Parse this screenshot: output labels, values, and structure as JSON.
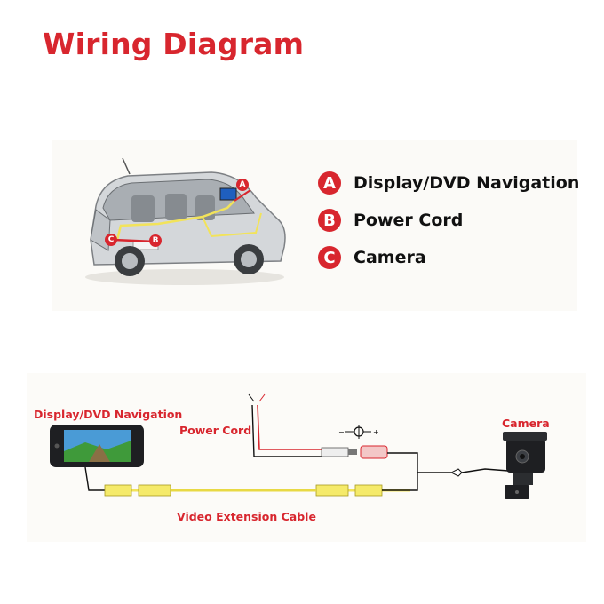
{
  "title": "Wiring Diagram",
  "legend": [
    {
      "letter": "A",
      "label": "Display/DVD Navigation"
    },
    {
      "letter": "B",
      "label": "Power Cord"
    },
    {
      "letter": "C",
      "label": "Camera"
    }
  ],
  "car_markers": [
    "A",
    "B",
    "C"
  ],
  "wiring_labels": {
    "display": "Display/DVD Navigation",
    "power": "Power Cord",
    "camera": "Camera",
    "video": "Video Extension Cable"
  },
  "colors": {
    "accent": "#d8262e",
    "video_cable": "#f2e35a",
    "power_wire": "#d8262e"
  }
}
